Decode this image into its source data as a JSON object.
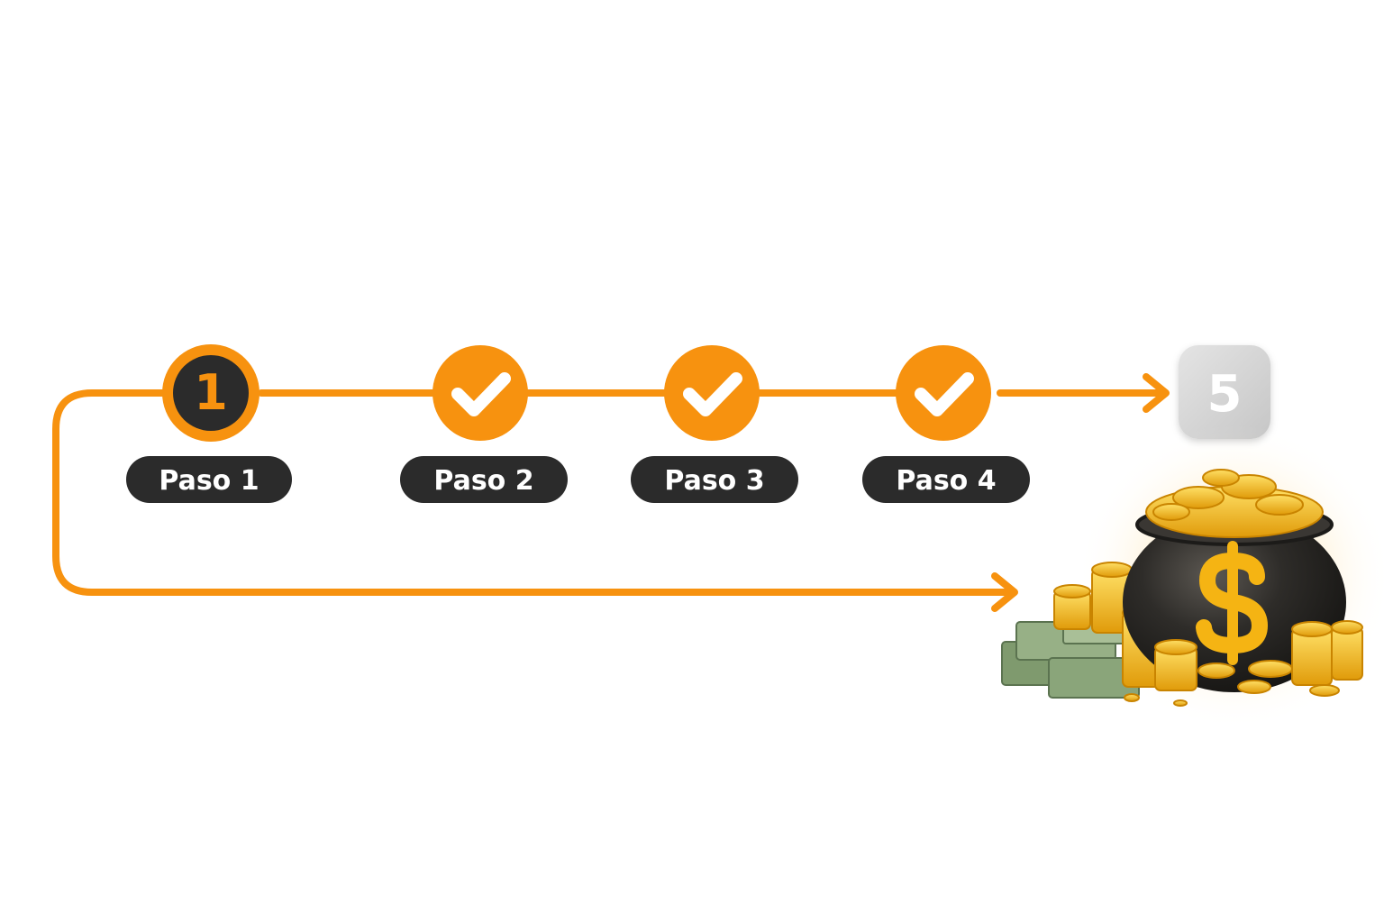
{
  "colors": {
    "accent": "#f7920f",
    "dark": "#2b2b2b",
    "white": "#ffffff",
    "pending_bg": "#d4d4d4",
    "gold": "#f2b516",
    "cash": "#8aa57a"
  },
  "steps": [
    {
      "label": "Paso 1",
      "number": "1",
      "state": "current"
    },
    {
      "label": "Paso 2",
      "state": "done",
      "icon": "check-icon"
    },
    {
      "label": "Paso 3",
      "state": "done",
      "icon": "check-icon"
    },
    {
      "label": "Paso 4",
      "state": "done",
      "icon": "check-icon"
    },
    {
      "number": "5",
      "state": "pending"
    }
  ],
  "reward_illustration": "pot-of-gold-icon"
}
